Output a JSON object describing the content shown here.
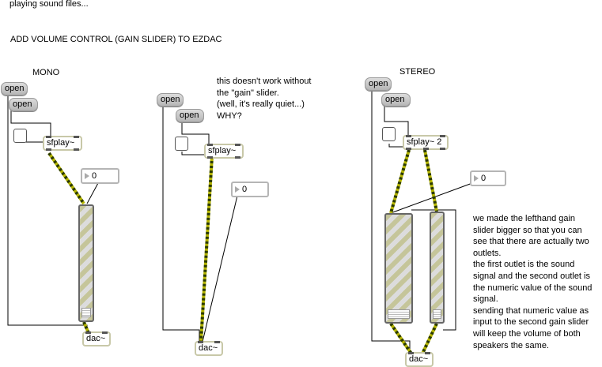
{
  "texts": {
    "title": "playing sound files...",
    "heading": "ADD VOLUME CONTROL (GAIN SLIDER) TO EZDAC",
    "mono_label": "MONO",
    "stereo_label": "STEREO",
    "middle_note": "this doesn't work without\nthe \"gain\" slider.\n(well, it's really quiet...)\nWHY?",
    "stereo_note": "we made the lefthand gain\nslider bigger so that you can\nsee that there are actually two\noutlets.\nthe first outlet is the sound\nsignal and the second outlet is\nthe numeric value of the sound\nsignal.\nsending that numeric value as\ninput to the second gain slider\nwill keep the volume of both\nspeakers the same."
  },
  "objects": {
    "open": "open",
    "sfplay": "sfplay~",
    "sfplay2": "sfplay~ 2",
    "dac": "dac~",
    "number_value": "0"
  },
  "colors": {
    "signal_wire": "#b5b500",
    "signal_wire_dash": "#2b3a00",
    "control_wire": "#000000",
    "message_box": "#c8c8c8",
    "object_border": "#c8c8a8",
    "gain_stripe": "#c5c59a"
  }
}
